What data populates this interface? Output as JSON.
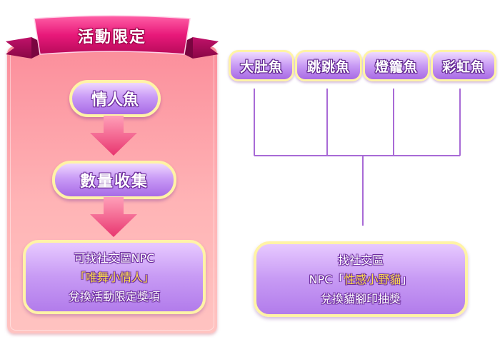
{
  "event": {
    "title": "活動限定",
    "step1": "情人魚",
    "step2": "數量收集",
    "reward_lines": [
      "可找社交區NPC",
      "「唯舞小情人」",
      "兌換活動限定獎項"
    ]
  },
  "fish": [
    "大肚魚",
    "跳跳魚",
    "燈籠魚",
    "彩虹魚"
  ],
  "exchange": {
    "lines": [
      "找社交區",
      "NPC「性感小野貓」",
      "兌換貓腳印抽獎"
    ]
  },
  "colors": {
    "panel": "#fb8e9b",
    "ribbon": "#e8197a",
    "pill": "#b57ef0",
    "border": "#fff3a6",
    "highlight": "#ffe14a",
    "arrow": "#e8356f",
    "line": "#a86ad6"
  }
}
